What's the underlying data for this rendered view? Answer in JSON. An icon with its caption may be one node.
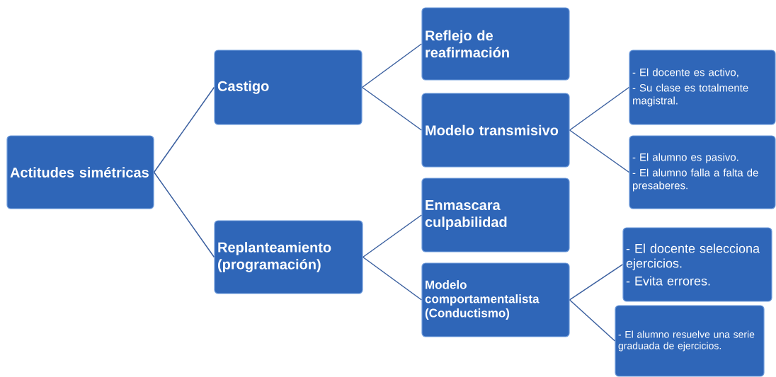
{
  "diagram": {
    "nodes": [
      {
        "text": [
          "Actitudes simétricas"
        ]
      },
      {
        "text": [
          "Castigo"
        ]
      },
      {
        "text": [
          "Replanteamiento (programación)"
        ]
      },
      {
        "text": [
          "Reflejo de reafirmación"
        ]
      },
      {
        "text": [
          "Modelo transmisivo"
        ]
      },
      {
        "text": [
          "Enmascara culpabilidad"
        ]
      },
      {
        "text": [
          "Modelo comportamentalista (Conductismo)"
        ]
      },
      {
        "text": [
          "- El docente es activo,",
          "- Su clase es totalmente magistral."
        ]
      },
      {
        "text": [
          "- El alumno es pasivo.",
          "- El alumno falla a falta de presaberes."
        ]
      },
      {
        "text": [
          "- El docente selecciona ejercicios.",
          "- Evita errores."
        ]
      },
      {
        "text": [
          "- El alumno resuelve una serie graduada de ejercicios."
        ]
      }
    ],
    "edges": [
      {
        "from": 0,
        "to": 1,
        "arrow": "none"
      },
      {
        "from": 0,
        "to": 2,
        "arrow": "none"
      },
      {
        "from": 1,
        "to": 3,
        "arrow": "none"
      },
      {
        "from": 1,
        "to": 4,
        "arrow": "none"
      },
      {
        "from": 2,
        "to": 5,
        "arrow": "none"
      },
      {
        "from": 2,
        "to": 6,
        "arrow": "none"
      },
      {
        "from": 4,
        "to": 7,
        "arrow": "none"
      },
      {
        "from": 4,
        "to": 8,
        "arrow": "none"
      },
      {
        "from": 6,
        "to": 9,
        "arrow": "none"
      },
      {
        "from": 6,
        "to": 10,
        "arrow": "none"
      }
    ]
  }
}
